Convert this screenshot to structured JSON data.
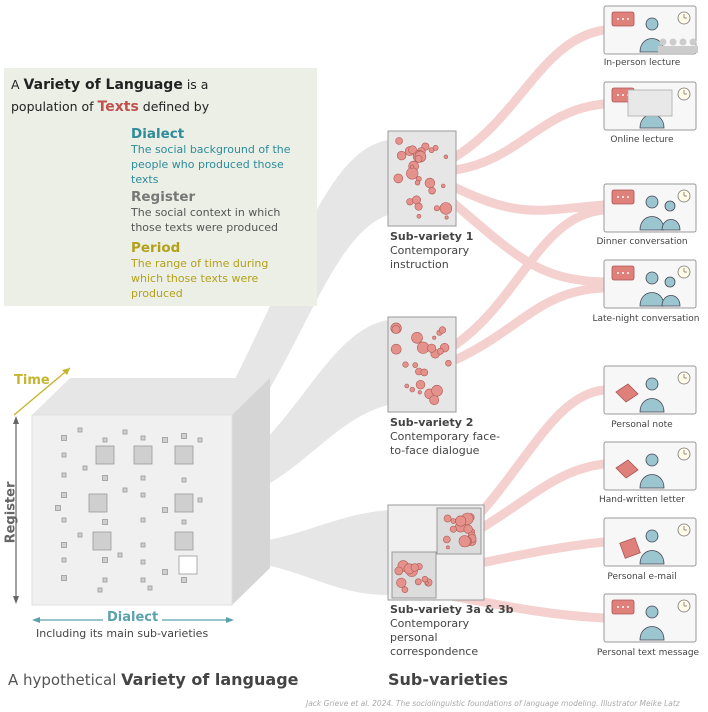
{
  "definition": {
    "intro_1": "A",
    "intro_term": "Variety of Language",
    "intro_2": "is a",
    "intro_3": "population of",
    "intro_texts": "Texts",
    "intro_4": "defined by",
    "dialect_title": "Dialect",
    "dialect_desc": "The social background of the people who produced those texts",
    "register_title": "Register",
    "register_desc": "The social context in which those texts were produced",
    "period_title": "Period",
    "period_desc": "The range of time during which those texts were produced"
  },
  "cube": {
    "time_label": "Time",
    "register_label": "Register",
    "dialect_label": "Dialect",
    "dialect_sub": "Including its main sub-varieties"
  },
  "subvarieties": [
    {
      "title": "Sub-variety 1",
      "desc": "Contemporary instruction"
    },
    {
      "title": "Sub-variety 2",
      "desc": "Contemporary face-to-face dialogue"
    },
    {
      "title": "Sub-variety 3a & 3b",
      "desc": "Contemporary personal correspondence"
    }
  ],
  "registers": [
    "In-person lecture",
    "Online lecture",
    "Dinner conversation",
    "Late-night conversation",
    "Personal note",
    "Hand-written letter",
    "Personal e-mail",
    "Personal text message"
  ],
  "footer": {
    "left_prefix": "A hypothetical",
    "left_bold": "Variety of language",
    "right": "Sub-varieties",
    "credit": "Jack Grieve et al. 2024. The sociolinguistic foundations of language modeling. Illustrator Meike Latz"
  },
  "colors": {
    "accent_text": "#c0504d",
    "dialect": "#2e8b9a",
    "register": "#777777",
    "period": "#b3a11a",
    "flow_red": "#f3c9c6",
    "flow_gray": "#dadada"
  }
}
